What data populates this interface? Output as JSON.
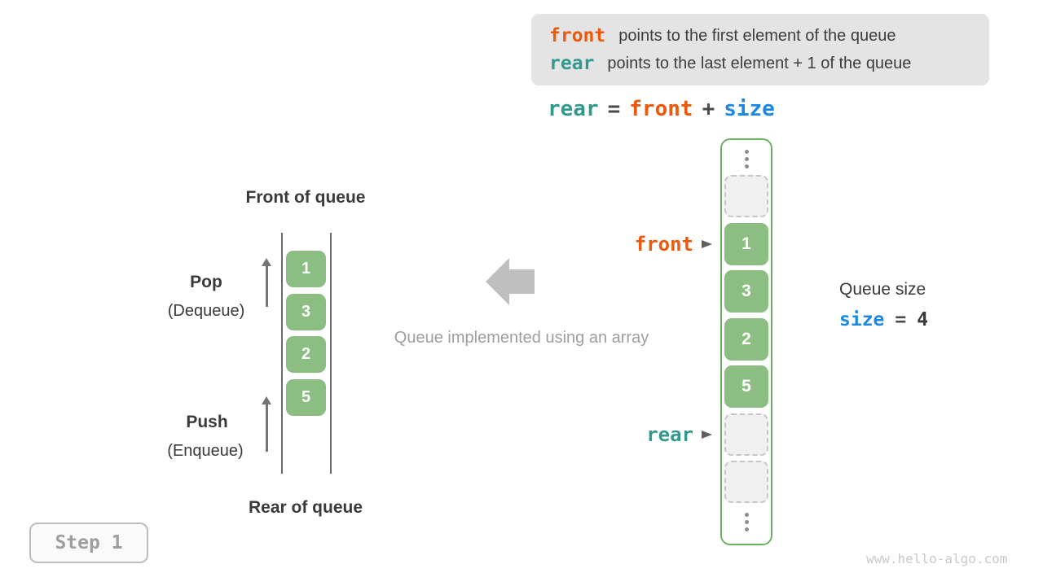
{
  "note_box": {
    "lines": [
      {
        "keyword": "front",
        "keyword_color": "#ed590c",
        "text": "points to the first element of the queue"
      },
      {
        "keyword": "rear",
        "keyword_color": "#319a8c",
        "text": "points to the last element + 1 of the queue"
      }
    ]
  },
  "formula": {
    "tokens": [
      {
        "text": "rear",
        "color": "#319a8c"
      },
      {
        "text": "=",
        "color": "#4a4a4a"
      },
      {
        "text": "front",
        "color": "#ed590c"
      },
      {
        "text": "+",
        "color": "#4a4a4a"
      },
      {
        "text": "size",
        "color": "#1d87e4"
      }
    ]
  },
  "left_queue": {
    "front_label": "Front of queue",
    "rear_label": "Rear of queue",
    "pop": {
      "title": "Pop",
      "subtitle": "(Dequeue)"
    },
    "push": {
      "title": "Push",
      "subtitle": "(Enqueue)"
    },
    "cells": [
      "1",
      "3",
      "2",
      "5"
    ]
  },
  "center": {
    "caption": "Queue implemented using an array",
    "arrow_icon": "left-block-arrow",
    "arrow_color": "#bfbfbf"
  },
  "array_column": {
    "border_color": "#6cb162",
    "filled_color": "#8cbe84",
    "cells": [
      {
        "type": "ellipsis"
      },
      {
        "type": "empty"
      },
      {
        "type": "filled",
        "value": "1"
      },
      {
        "type": "filled",
        "value": "3"
      },
      {
        "type": "filled",
        "value": "2"
      },
      {
        "type": "filled",
        "value": "5"
      },
      {
        "type": "empty"
      },
      {
        "type": "empty"
      },
      {
        "type": "ellipsis"
      }
    ],
    "pointers": [
      {
        "label": "front",
        "color": "#ed590c",
        "points_to_cell_index": 2
      },
      {
        "label": "rear",
        "color": "#319a8c",
        "points_to_cell_index": 6
      }
    ]
  },
  "size_panel": {
    "title": "Queue size",
    "tokens": [
      {
        "text": "size",
        "color": "#1d87e4"
      },
      {
        "text": "=",
        "color": "#4a4a4a"
      },
      {
        "text": "4",
        "color": "#3b3b3b"
      }
    ]
  },
  "step_badge": {
    "label": "Step 1"
  },
  "watermark": "www.hello-algo.com"
}
